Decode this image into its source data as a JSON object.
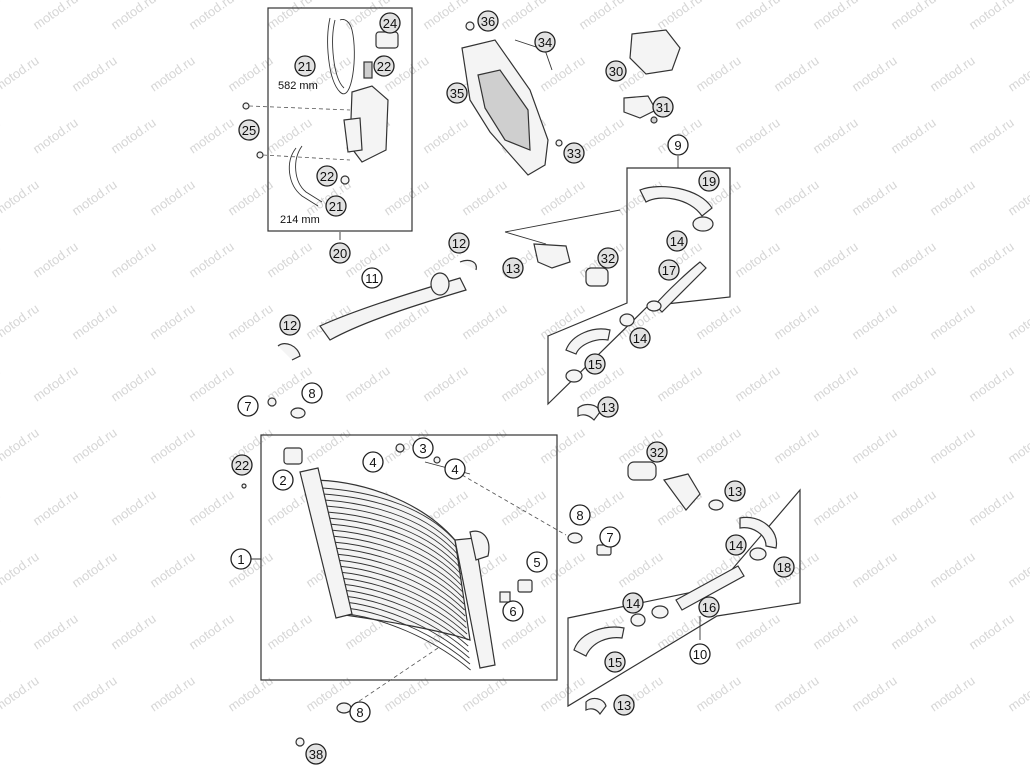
{
  "watermark": "motod.ru",
  "dimensions": {
    "hose_upper": "582 mm",
    "hose_lower": "214 mm"
  },
  "callouts": [
    {
      "id": "c1",
      "label": "1",
      "hl": false
    },
    {
      "id": "c2",
      "label": "2",
      "hl": false
    },
    {
      "id": "c3",
      "label": "3",
      "hl": false
    },
    {
      "id": "c4a",
      "label": "4",
      "hl": false
    },
    {
      "id": "c4b",
      "label": "4",
      "hl": false
    },
    {
      "id": "c5",
      "label": "5",
      "hl": false
    },
    {
      "id": "c6",
      "label": "6",
      "hl": false
    },
    {
      "id": "c7a",
      "label": "7",
      "hl": false
    },
    {
      "id": "c7b",
      "label": "7",
      "hl": false
    },
    {
      "id": "c8a",
      "label": "8",
      "hl": false
    },
    {
      "id": "c8b",
      "label": "8",
      "hl": false
    },
    {
      "id": "c8c",
      "label": "8",
      "hl": false
    },
    {
      "id": "c9",
      "label": "9",
      "hl": false
    },
    {
      "id": "c10",
      "label": "10",
      "hl": false
    },
    {
      "id": "c11",
      "label": "11",
      "hl": false
    },
    {
      "id": "c12a",
      "label": "12",
      "hl": true
    },
    {
      "id": "c12b",
      "label": "12",
      "hl": true
    },
    {
      "id": "c13a",
      "label": "13",
      "hl": true
    },
    {
      "id": "c13b",
      "label": "13",
      "hl": true
    },
    {
      "id": "c13c",
      "label": "13",
      "hl": true
    },
    {
      "id": "c13d",
      "label": "13",
      "hl": true
    },
    {
      "id": "c14a",
      "label": "14",
      "hl": true
    },
    {
      "id": "c14b",
      "label": "14",
      "hl": true
    },
    {
      "id": "c14c",
      "label": "14",
      "hl": true
    },
    {
      "id": "c14d",
      "label": "14",
      "hl": true
    },
    {
      "id": "c15a",
      "label": "15",
      "hl": true
    },
    {
      "id": "c15b",
      "label": "15",
      "hl": true
    },
    {
      "id": "c16",
      "label": "16",
      "hl": true
    },
    {
      "id": "c17",
      "label": "17",
      "hl": true
    },
    {
      "id": "c18",
      "label": "18",
      "hl": true
    },
    {
      "id": "c19",
      "label": "19",
      "hl": true
    },
    {
      "id": "c20",
      "label": "20",
      "hl": true
    },
    {
      "id": "c21a",
      "label": "21",
      "hl": true
    },
    {
      "id": "c21b",
      "label": "21",
      "hl": true
    },
    {
      "id": "c22a",
      "label": "22",
      "hl": true
    },
    {
      "id": "c22b",
      "label": "22",
      "hl": true
    },
    {
      "id": "c22c",
      "label": "22",
      "hl": true
    },
    {
      "id": "c24",
      "label": "24",
      "hl": true
    },
    {
      "id": "c25",
      "label": "25",
      "hl": true
    },
    {
      "id": "c30",
      "label": "30",
      "hl": true
    },
    {
      "id": "c31",
      "label": "31",
      "hl": true
    },
    {
      "id": "c32a",
      "label": "32",
      "hl": true
    },
    {
      "id": "c32b",
      "label": "32",
      "hl": true
    },
    {
      "id": "c33",
      "label": "33",
      "hl": true
    },
    {
      "id": "c34",
      "label": "34",
      "hl": true
    },
    {
      "id": "c35",
      "label": "35",
      "hl": true
    },
    {
      "id": "c36",
      "label": "36",
      "hl": true
    },
    {
      "id": "c38",
      "label": "38",
      "hl": true
    }
  ]
}
